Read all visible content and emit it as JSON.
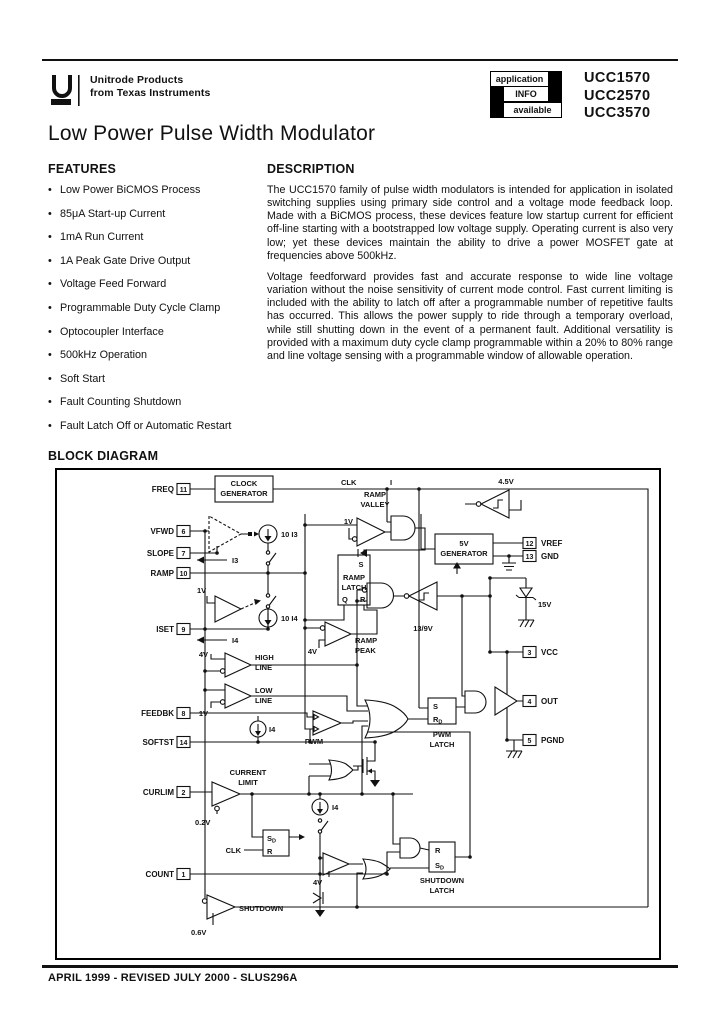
{
  "header": {
    "logo_line1": "Unitrode Products",
    "logo_line2": "from Texas Instruments",
    "app_info": {
      "line1": "application",
      "line2": "INFO",
      "line3": "available"
    },
    "part_numbers": [
      "UCC1570",
      "UCC2570",
      "UCC3570"
    ]
  },
  "title": "Low Power Pulse Width Modulator",
  "features": {
    "heading": "FEATURES",
    "items": [
      "Low Power BiCMOS Process",
      "85μA Start-up Current",
      "1mA Run Current",
      "1A Peak Gate Drive Output",
      "Voltage Feed Forward",
      "Programmable Duty Cycle Clamp",
      "Optocoupler Interface",
      "500kHz Operation",
      "Soft Start",
      "Fault Counting Shutdown",
      "Fault Latch Off or Automatic Restart"
    ],
    "bullet": "•"
  },
  "description": {
    "heading": "DESCRIPTION",
    "paragraphs": [
      "The UCC1570 family of pulse width modulators is intended for application in isolated switching supplies using primary side control and a voltage mode feedback loop. Made with a BiCMOS process, these devices feature low startup current for efficient off-line starting with a bootstrapped low voltage supply. Operating current is also very low; yet these devices maintain the ability to drive a power MOSFET gate at frequencies above 500kHz.",
      "Voltage feedforward provides fast and accurate response to wide line voltage variation without the noise sensitivity of current mode control. Fast current limiting is included with the ability to latch off after a programmable number of repetitive faults has occurred. This allows the power supply to ride through a temporary overload, while still shutting down in the event of a permanent fault. Additional versatility is provided with a maximum duty cycle clamp programmable within a 20% to 80% range and line voltage sensing with a programmable window of allowable operation."
    ]
  },
  "diagram": {
    "heading": "BLOCK DIAGRAM",
    "left_pins": [
      {
        "name": "FREQ",
        "num": "11"
      },
      {
        "name": "VFWD",
        "num": "6"
      },
      {
        "name": "SLOPE",
        "num": "7"
      },
      {
        "name": "RAMP",
        "num": "10"
      },
      {
        "name": "ISET",
        "num": "9"
      },
      {
        "name": "FEEDBK",
        "num": "8"
      },
      {
        "name": "SOFTST",
        "num": "14"
      },
      {
        "name": "CURLIM",
        "num": "2"
      },
      {
        "name": "COUNT",
        "num": "1"
      }
    ],
    "right_pins": [
      {
        "name": "VREF",
        "num": "12"
      },
      {
        "name": "GND",
        "num": "13"
      },
      {
        "name": "VCC",
        "num": "3"
      },
      {
        "name": "OUT",
        "num": "4"
      },
      {
        "name": "PGND",
        "num": "5"
      }
    ],
    "blocks": {
      "clock_1": "CLOCK",
      "clock_2": "GENERATOR",
      "gen5_1": "5V",
      "gen5_2": "GENERATOR",
      "ramp_latch_1": "RAMP",
      "ramp_latch_2": "LATCH",
      "rl_s": "S",
      "rl_q": "Q",
      "rl_r": "R",
      "pwm_latch_1": "PWM",
      "pwm_latch_2": "LATCH",
      "pl_s": "S",
      "pl_r": "R",
      "pl_r_sub": "D",
      "clk_latch_s": "S",
      "clk_latch_s_sub": "D",
      "clk_latch_r": "R",
      "sd_latch_1": "SHUTDOWN",
      "sd_latch_2": "LATCH",
      "sdl_r": "R",
      "sdl_s": "S",
      "sdl_s_sub": "D"
    },
    "labels": {
      "clk_top": "CLK",
      "i_top": "I",
      "ramp_valley_1": "RAMP",
      "ramp_valley_2": "VALLEY",
      "rv_ref": "1V",
      "ramp_peak_1": "RAMP",
      "ramp_peak_2": "PEAK",
      "rp_ref": "4V",
      "v45": "4.5V",
      "uvlo": "13/9V",
      "zener": "15V",
      "high_1": "HIGH",
      "high_2": "LINE",
      "high_ref": "4V",
      "low_1": "LOW",
      "low_2": "LINE",
      "low_ref": "1V",
      "pwm": "PWM",
      "cl_1": "CURRENT",
      "cl_2": "LIMIT",
      "cl_ref": "0.2V",
      "sd": "SHUTDOWN",
      "sd_ref": "0.6V",
      "count_ref": "4V",
      "iset_ref": "1V",
      "i3": "I3",
      "i4": "I4",
      "i4_soft": "I4",
      "i4_count": "I4",
      "ten_i3": "10 I3",
      "ten_i4": "10 I4",
      "clk_in": "CLK"
    }
  },
  "footer": "APRIL 1999 - REVISED JULY 2000 - SLUS296A"
}
